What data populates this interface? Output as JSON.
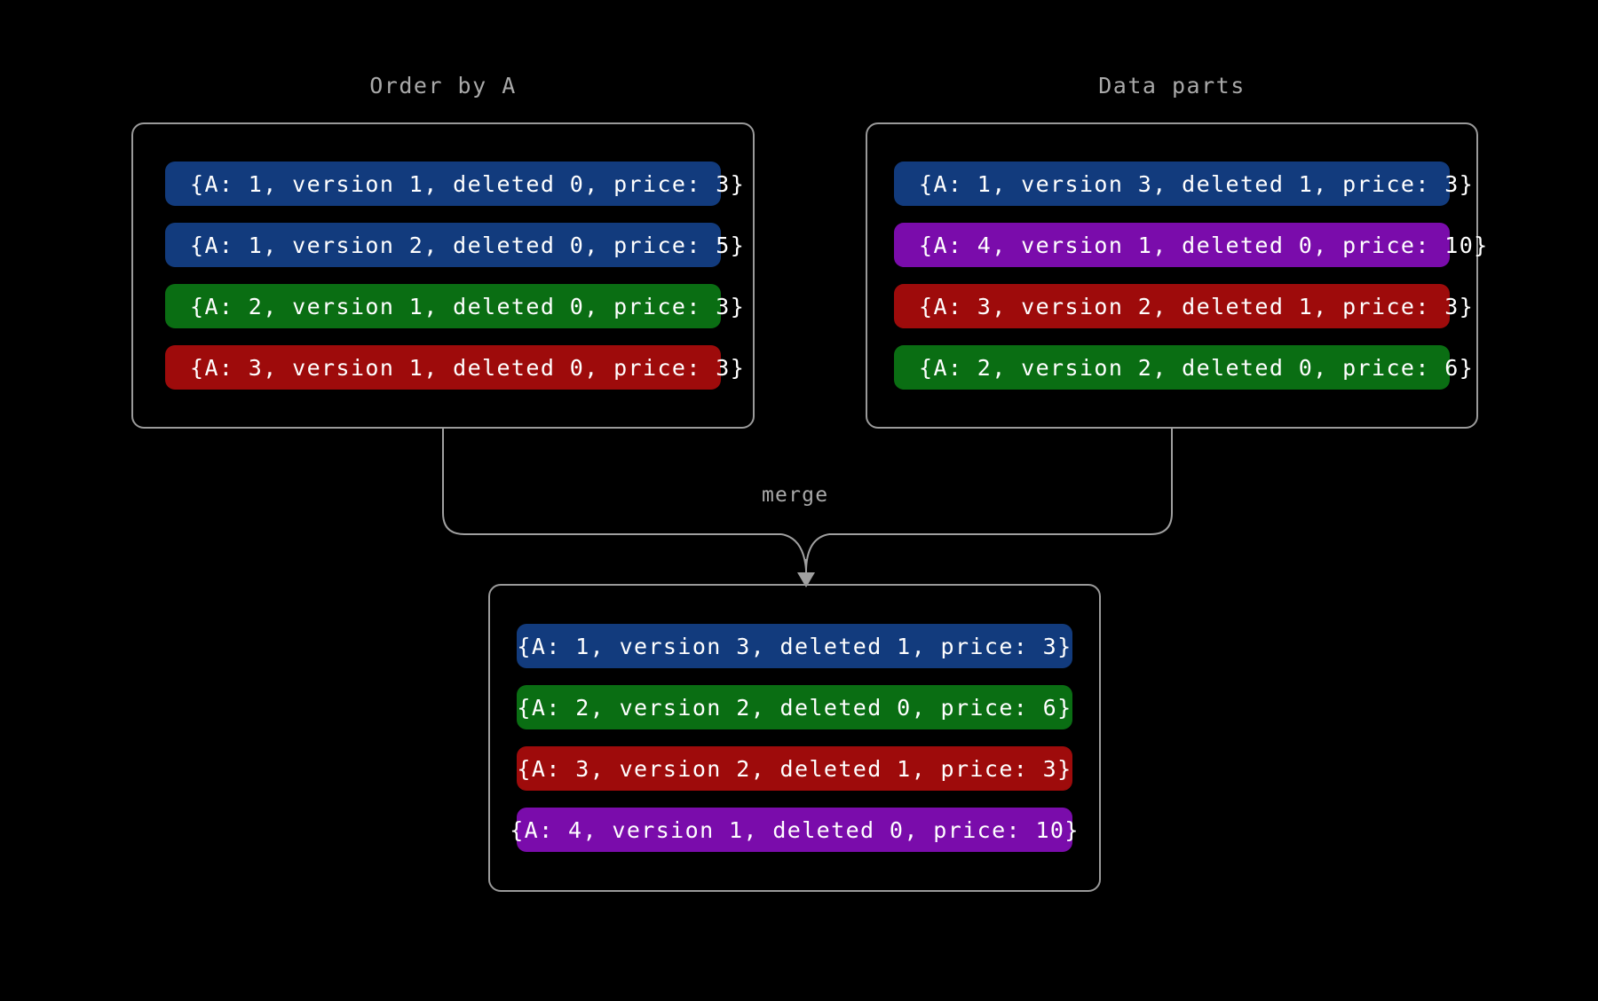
{
  "background_color": "#000000",
  "palette": {
    "blue": "#123b7d",
    "green": "#0a6e13",
    "red": "#9e0b0b",
    "purple": "#7a0cab",
    "border": "#9a9a9a",
    "label_text": "#a9a9a9",
    "row_text": "#ffffff"
  },
  "left_panel": {
    "title": "Order by A",
    "rows": [
      {
        "text": "{A: 1, version 1, deleted 0, price: 3}",
        "color": "blue"
      },
      {
        "text": "{A: 1, version 2, deleted 0, price: 5}",
        "color": "blue"
      },
      {
        "text": "{A: 2, version 1, deleted 0, price: 3}",
        "color": "green"
      },
      {
        "text": "{A: 3, version 1, deleted 0, price: 3}",
        "color": "red"
      }
    ]
  },
  "right_panel": {
    "title": "Data parts",
    "rows": [
      {
        "text": "{A: 1, version 3, deleted 1, price: 3}",
        "color": "blue"
      },
      {
        "text": "{A: 4, version 1, deleted 0, price: 10}",
        "color": "purple"
      },
      {
        "text": "{A: 3, version 2, deleted 1, price: 3}",
        "color": "red"
      },
      {
        "text": "{A: 2, version 2, deleted 0, price: 6}",
        "color": "green"
      }
    ]
  },
  "merged_panel": {
    "rows": [
      {
        "text": "{A: 1, version 3, deleted 1, price: 3}",
        "color": "blue"
      },
      {
        "text": "{A: 2, version 2, deleted 0, price: 6}",
        "color": "green"
      },
      {
        "text": "{A: 3, version 2, deleted 1, price: 3}",
        "color": "red"
      },
      {
        "text": "{A: 4, version 1, deleted 0, price: 10}",
        "color": "purple"
      }
    ]
  },
  "connector": {
    "label": "merge",
    "arrow": "down-arrowhead"
  }
}
